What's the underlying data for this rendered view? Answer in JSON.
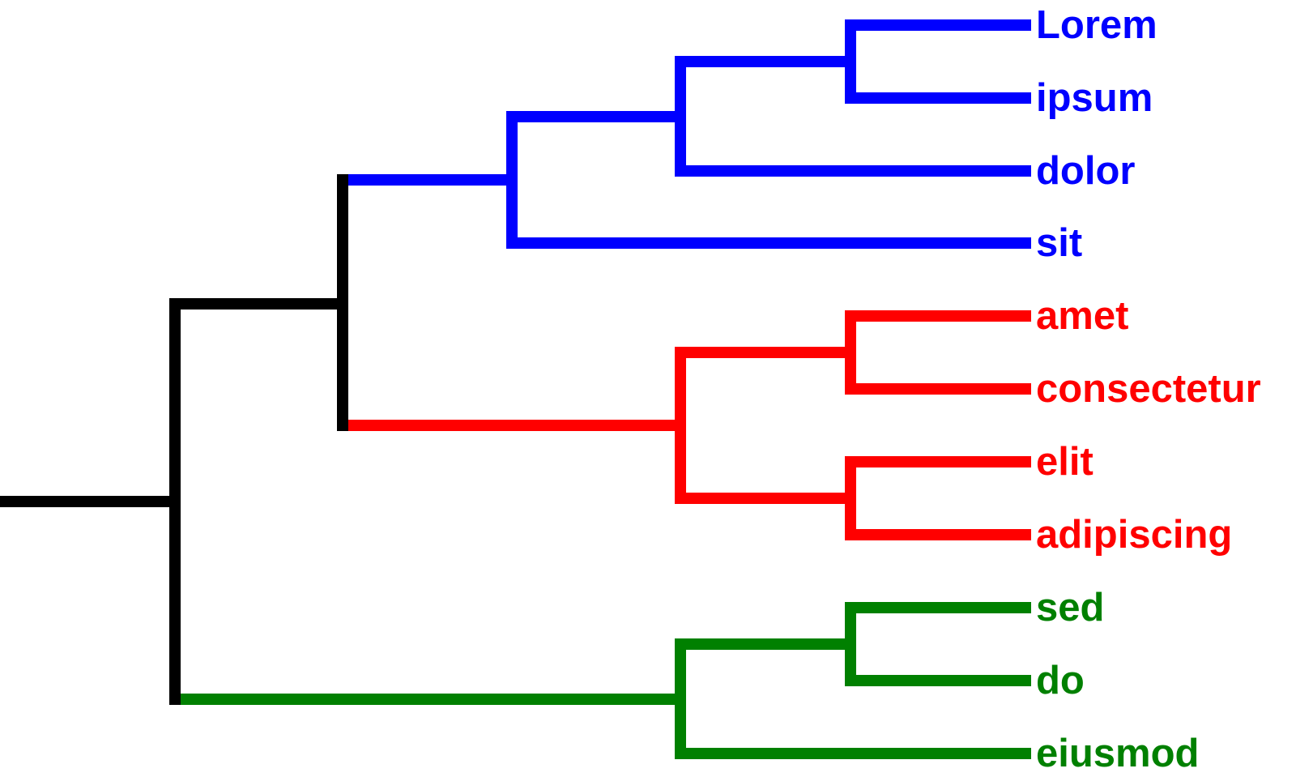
{
  "colors": {
    "blue": "#0000ff",
    "red": "#ff0000",
    "green": "#008000",
    "black": "#000000"
  },
  "leaves": [
    {
      "label": "Lorem",
      "color": "blue"
    },
    {
      "label": "ipsum",
      "color": "blue"
    },
    {
      "label": "dolor",
      "color": "blue"
    },
    {
      "label": "sit",
      "color": "blue"
    },
    {
      "label": "amet",
      "color": "red"
    },
    {
      "label": "consectetur",
      "color": "red"
    },
    {
      "label": "elit",
      "color": "red"
    },
    {
      "label": "adipiscing",
      "color": "red"
    },
    {
      "label": "sed",
      "color": "green"
    },
    {
      "label": "do",
      "color": "green"
    },
    {
      "label": "eiusmod",
      "color": "green"
    }
  ]
}
